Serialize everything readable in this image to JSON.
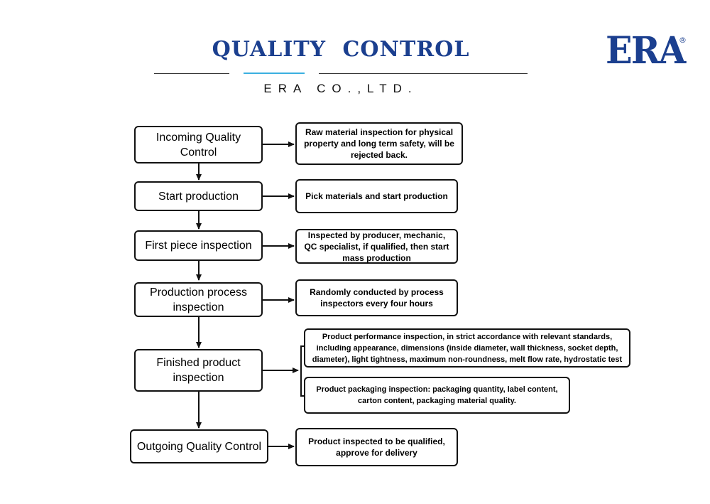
{
  "header": {
    "title": "QUALITY   CONTROL",
    "subtitle": "ERA CO.,LTD.",
    "logo_text": "ERA",
    "registered_mark": "®"
  },
  "colors": {
    "brand_blue": "#1b3f8f",
    "accent_blue": "#3bb0e0",
    "border": "#111111"
  },
  "steps": [
    {
      "label": "Incoming Quality Control"
    },
    {
      "label": "Start production"
    },
    {
      "label": "First piece inspection"
    },
    {
      "label": "Production process inspection"
    },
    {
      "label": "Finished product inspection"
    },
    {
      "label": "Outgoing Quality Control"
    }
  ],
  "descriptions": [
    {
      "text": "Raw material inspection for physical property and long term safety, will be rejected back."
    },
    {
      "text": "Pick materials and start production"
    },
    {
      "text": "Inspected by  producer, mechanic, QC specialist, if qualified, then start mass production"
    },
    {
      "text": "Randomly conducted by process inspectors every four hours"
    },
    {
      "text": "Product performance inspection, in strict accordance with relevant standards, including appearance, dimensions (inside diameter, wall thickness, socket depth, diameter), light tightness, maximum non-roundness, melt flow rate, hydrostatic test"
    },
    {
      "text": "Product packaging inspection: packaging quantity, label content, carton content, packaging material quality."
    },
    {
      "text": "Product inspected to be qualified, approve for delivery"
    }
  ]
}
